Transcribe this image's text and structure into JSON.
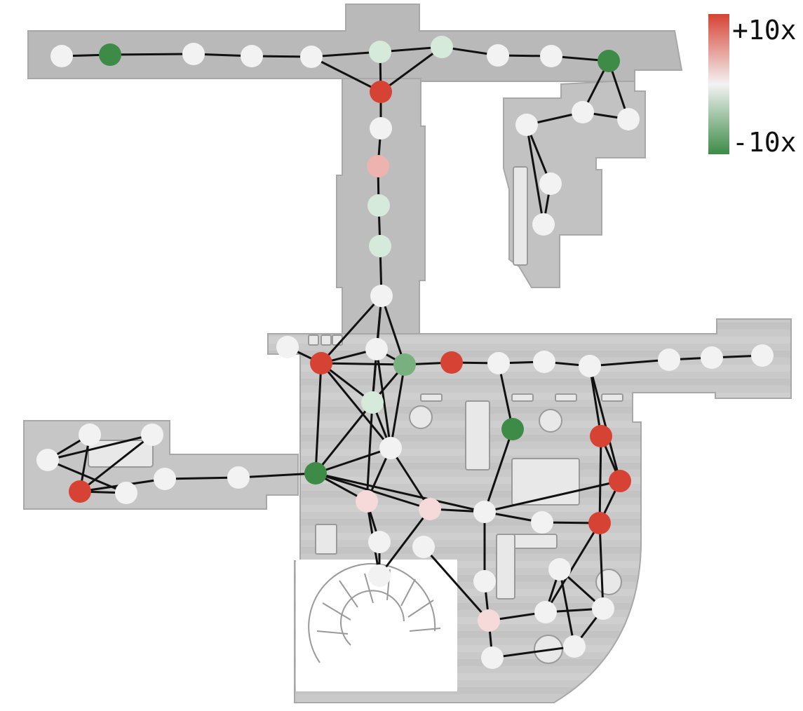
{
  "legend": {
    "max_label": "+10x",
    "min_label": "-10x",
    "colors": {
      "max": "#d64334",
      "mid": "#f3f3f3",
      "min": "#3d8b47"
    }
  },
  "node_colors": {
    "neutral": "#f2f2f2",
    "red": "#d64334",
    "pink_light": "#f6d9d9",
    "pink_mid": "#efb3af",
    "green_dark": "#3d8b47",
    "green_mid": "#78b07f",
    "green_light": "#d6eadb"
  },
  "graph": {
    "nodes": [
      {
        "id": 0,
        "color": "neutral"
      },
      {
        "id": 1,
        "color": "green_dark"
      },
      {
        "id": 2,
        "color": "neutral"
      },
      {
        "id": 3,
        "color": "neutral"
      },
      {
        "id": 4,
        "color": "neutral"
      },
      {
        "id": 5,
        "color": "green_light"
      },
      {
        "id": 6,
        "color": "green_light"
      },
      {
        "id": 7,
        "color": "neutral"
      },
      {
        "id": 8,
        "color": "neutral"
      },
      {
        "id": 9,
        "color": "green_dark"
      },
      {
        "id": 10,
        "color": "red"
      },
      {
        "id": 11,
        "color": "neutral"
      },
      {
        "id": 12,
        "color": "pink_mid"
      },
      {
        "id": 13,
        "color": "green_light"
      },
      {
        "id": 14,
        "color": "green_light"
      },
      {
        "id": 15,
        "color": "neutral"
      },
      {
        "id": 16,
        "color": "neutral"
      },
      {
        "id": 17,
        "color": "neutral"
      },
      {
        "id": 18,
        "color": "neutral"
      },
      {
        "id": 19,
        "color": "neutral"
      },
      {
        "id": 20,
        "color": "neutral"
      },
      {
        "id": 21,
        "color": "neutral"
      },
      {
        "id": 22,
        "color": "neutral"
      },
      {
        "id": 23,
        "color": "red"
      },
      {
        "id": 24,
        "color": "neutral"
      },
      {
        "id": 25,
        "color": "green_mid"
      },
      {
        "id": 26,
        "color": "red"
      },
      {
        "id": 27,
        "color": "neutral"
      },
      {
        "id": 28,
        "color": "neutral"
      },
      {
        "id": 29,
        "color": "neutral"
      },
      {
        "id": 30,
        "color": "neutral"
      },
      {
        "id": 31,
        "color": "neutral"
      },
      {
        "id": 32,
        "color": "neutral"
      },
      {
        "id": 33,
        "color": "green_light"
      },
      {
        "id": 34,
        "color": "green_dark"
      },
      {
        "id": 35,
        "color": "red"
      },
      {
        "id": 36,
        "color": "neutral"
      },
      {
        "id": 37,
        "color": "green_dark"
      },
      {
        "id": 38,
        "color": "neutral"
      },
      {
        "id": 39,
        "color": "neutral"
      },
      {
        "id": 40,
        "color": "neutral"
      },
      {
        "id": 41,
        "color": "neutral"
      },
      {
        "id": 42,
        "color": "red"
      },
      {
        "id": 43,
        "color": "red"
      },
      {
        "id": 44,
        "color": "neutral"
      },
      {
        "id": 45,
        "color": "pink_light"
      },
      {
        "id": 46,
        "color": "pink_light"
      },
      {
        "id": 47,
        "color": "neutral"
      },
      {
        "id": 48,
        "color": "neutral"
      },
      {
        "id": 49,
        "color": "red"
      },
      {
        "id": 50,
        "color": "neutral"
      },
      {
        "id": 51,
        "color": "neutral"
      },
      {
        "id": 52,
        "color": "neutral"
      },
      {
        "id": 53,
        "color": "neutral"
      },
      {
        "id": 54,
        "color": "neutral"
      },
      {
        "id": 55,
        "color": "neutral"
      },
      {
        "id": 56,
        "color": "pink_light"
      },
      {
        "id": 57,
        "color": "neutral"
      },
      {
        "id": 58,
        "color": "neutral"
      },
      {
        "id": 59,
        "color": "neutral"
      },
      {
        "id": 60,
        "color": "neutral"
      }
    ],
    "edges": [
      [
        0,
        1
      ],
      [
        1,
        2
      ],
      [
        2,
        3
      ],
      [
        3,
        4
      ],
      [
        4,
        5
      ],
      [
        5,
        6
      ],
      [
        6,
        7
      ],
      [
        7,
        8
      ],
      [
        8,
        9
      ],
      [
        4,
        10
      ],
      [
        5,
        10
      ],
      [
        6,
        10
      ],
      [
        9,
        16
      ],
      [
        9,
        17
      ],
      [
        16,
        17
      ],
      [
        15,
        16
      ],
      [
        15,
        18
      ],
      [
        15,
        19
      ],
      [
        18,
        19
      ],
      [
        10,
        11
      ],
      [
        11,
        12
      ],
      [
        12,
        13
      ],
      [
        13,
        14
      ],
      [
        14,
        20
      ],
      [
        20,
        22
      ],
      [
        20,
        23
      ],
      [
        20,
        25
      ],
      [
        20,
        33
      ],
      [
        21,
        23
      ],
      [
        22,
        23
      ],
      [
        22,
        25
      ],
      [
        22,
        33
      ],
      [
        22,
        36
      ],
      [
        23,
        25
      ],
      [
        23,
        33
      ],
      [
        23,
        34
      ],
      [
        23,
        36
      ],
      [
        25,
        26
      ],
      [
        25,
        33
      ],
      [
        25,
        36
      ],
      [
        26,
        27
      ],
      [
        27,
        28
      ],
      [
        28,
        29
      ],
      [
        29,
        30
      ],
      [
        30,
        31
      ],
      [
        31,
        32
      ],
      [
        27,
        37
      ],
      [
        29,
        35
      ],
      [
        29,
        42
      ],
      [
        35,
        42
      ],
      [
        35,
        43
      ],
      [
        42,
        43
      ],
      [
        42,
        44
      ],
      [
        37,
        44
      ],
      [
        33,
        34
      ],
      [
        33,
        36
      ],
      [
        33,
        45
      ],
      [
        34,
        36
      ],
      [
        34,
        45
      ],
      [
        34,
        46
      ],
      [
        34,
        44
      ],
      [
        36,
        45
      ],
      [
        36,
        46
      ],
      [
        46,
        44
      ],
      [
        44,
        47
      ],
      [
        47,
        43
      ],
      [
        34,
        38
      ],
      [
        38,
        41
      ],
      [
        41,
        49
      ],
      [
        40,
        49
      ],
      [
        49,
        50
      ],
      [
        49,
        48
      ],
      [
        48,
        39
      ],
      [
        39,
        40
      ],
      [
        39,
        50
      ],
      [
        45,
        52
      ],
      [
        46,
        52
      ],
      [
        45,
        51
      ],
      [
        51,
        52
      ],
      [
        44,
        53
      ],
      [
        53,
        56
      ],
      [
        56,
        57
      ],
      [
        56,
        59
      ],
      [
        56,
        55
      ],
      [
        43,
        60
      ],
      [
        43,
        55
      ],
      [
        60,
        55
      ],
      [
        60,
        58
      ],
      [
        60,
        54
      ],
      [
        55,
        54
      ],
      [
        54,
        58
      ],
      [
        58,
        57
      ]
    ]
  }
}
